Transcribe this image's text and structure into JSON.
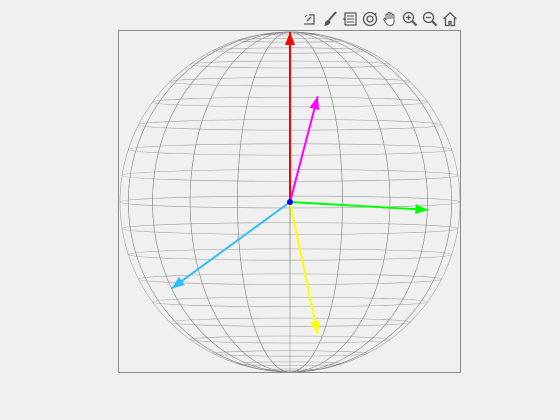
{
  "figure": {
    "background": "#f0f0f0",
    "axes_border_color": "#8c8c8c"
  },
  "toolbar": {
    "buttons": [
      {
        "icon": "export-icon"
      },
      {
        "icon": "brush-icon"
      },
      {
        "icon": "insert-legend-icon"
      },
      {
        "icon": "rotate-3d-icon"
      },
      {
        "icon": "pan-icon"
      },
      {
        "icon": "zoom-in-icon"
      },
      {
        "icon": "zoom-out-icon"
      },
      {
        "icon": "home-icon"
      }
    ]
  },
  "chart_data": {
    "type": "3d-quiver",
    "title": "",
    "sphere": {
      "radius": 1,
      "wireframe": true,
      "color": "#808080"
    },
    "origin": [
      0,
      0,
      0
    ],
    "origin_marker_color": "#0000ff",
    "vectors": [
      {
        "color": "#ff0000",
        "direction": [
          0,
          0,
          1
        ]
      },
      {
        "color": "#00ff00",
        "direction": [
          0,
          1,
          0
        ]
      },
      {
        "color": "#ff00ff",
        "direction": [
          0.7,
          0.7,
          0.7
        ]
      },
      {
        "color": "#ffff00",
        "direction": [
          0.7,
          0.7,
          -0.7
        ]
      },
      {
        "color": "#33bbff",
        "direction": [
          0.5,
          -0.5,
          -0.5
        ]
      }
    ]
  }
}
